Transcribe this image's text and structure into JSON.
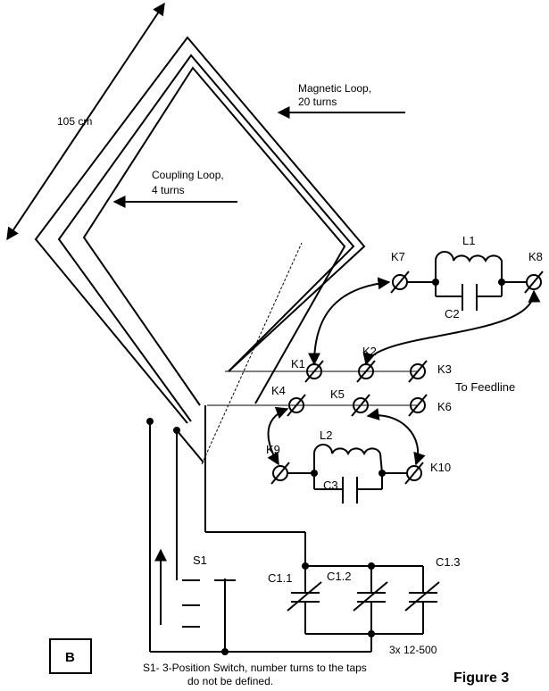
{
  "labels": {
    "dimension": "105 cm",
    "magnetic_loop_line1": "Magnetic Loop,",
    "magnetic_loop_line2": "20 turns",
    "coupling_loop_line1": "Coupling Loop,",
    "coupling_loop_line2": "4 turns",
    "to_feedline": "To Feedline",
    "switch": "S1",
    "inductor_1": "L1",
    "inductor_2": "L2",
    "cap_c2": "C2",
    "cap_c3": "C3",
    "cap_c11": "C1.1",
    "cap_c12": "C1.2",
    "cap_c13": "C1.3",
    "cap_spec": "3x 12-500",
    "box_letter": "B",
    "note_line1": "S1- 3-Position Switch, number turns to the taps",
    "note_line2": "do not be defined.",
    "figure_title": "Figure 3"
  },
  "connectors": {
    "k1": "K1",
    "k2": "K2",
    "k3": "K3",
    "k4": "K4",
    "k5": "K5",
    "k6": "K6",
    "k7": "K7",
    "k8": "K8",
    "k9": "K9",
    "k10": "K10"
  }
}
